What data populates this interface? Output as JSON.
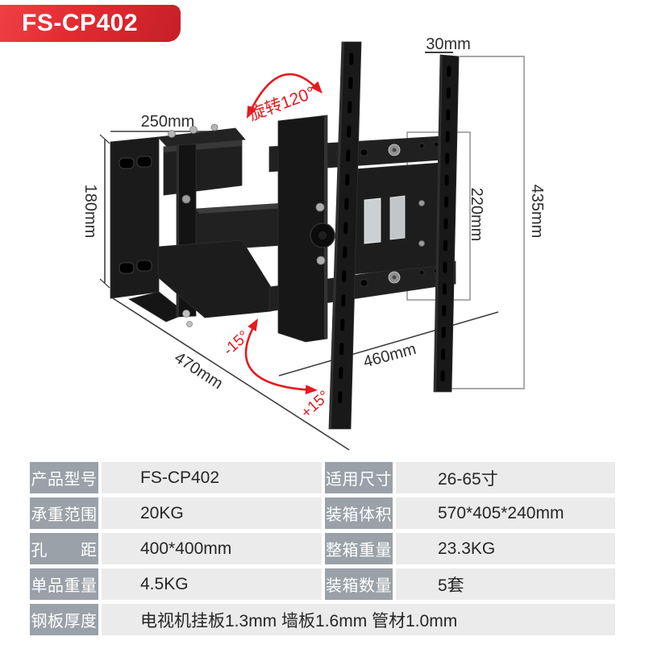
{
  "badge": {
    "model": "FS-CP402",
    "bg_color": "#e42a31"
  },
  "diagram": {
    "accent_red": "#e8191f",
    "labels": {
      "arm_length": "250mm",
      "wall_plate_height": "180mm",
      "extension_depth": "470mm",
      "bracket_width": "460mm",
      "rail_thickness": "30mm",
      "rail_height": "435mm",
      "vesa_height": "220mm",
      "swivel": "旋转120°",
      "tilt_up": "-15°",
      "tilt_down": "+15°"
    }
  },
  "spec_table": {
    "rows": [
      {
        "l1": "产品型号",
        "v1": "FS-CP402",
        "l2": "适用尺寸",
        "v2": "26-65寸"
      },
      {
        "l1": "承重范围",
        "v1": "20KG",
        "l2": "装箱体积",
        "v2": "570*405*240mm"
      },
      {
        "l1": "孔　　距",
        "v1": "400*400mm",
        "l2": "整箱重量",
        "v2": "23.3KG"
      },
      {
        "l1": "单品重量",
        "v1": "4.5KG",
        "l2": "装箱数量",
        "v2": "5套"
      }
    ],
    "footer": {
      "label": "钢板厚度",
      "value": "电视机挂板1.3mm 墙板1.6mm 管材1.0mm"
    }
  }
}
